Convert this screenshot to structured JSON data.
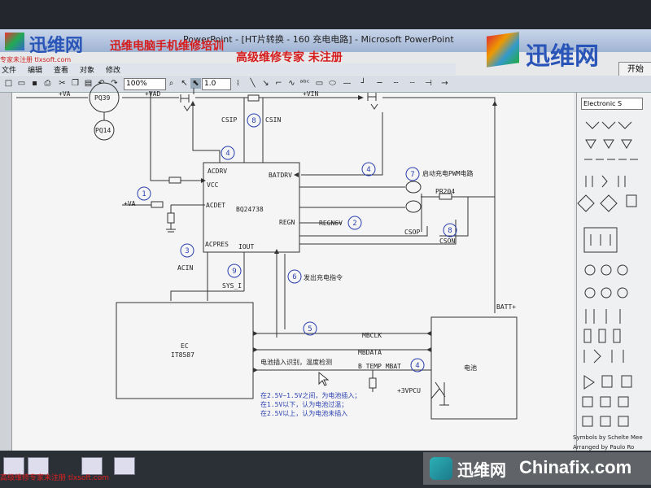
{
  "window": {
    "title": "PowerPoint - [HT片转换 - 160 充电电路] - Microsoft PowerPoint",
    "logo_left": "迅维网",
    "logo_right": "迅维网",
    "promo_line1": "迅维电脑手机维修培训",
    "promo_line2": "高级维修专家 未注册",
    "promo_sub": "专家未注册 tlxsoft.com",
    "open_button": "开始"
  },
  "menu": [
    "文件",
    "编辑",
    "查看",
    "对象",
    "修改"
  ],
  "toolbar": {
    "zoom_value": "100%",
    "line_width_value": "1.0"
  },
  "library": {
    "selected": "Electronic S",
    "caption1": "Symbols by Schelte Mee",
    "caption2": "Arranged by Paulo Ro"
  },
  "diagram": {
    "pq39": "PQ39",
    "pq14": "PQ14",
    "plus_va_top": "+VA",
    "plus_vad": "+VAD",
    "plus_vin": "+VIN",
    "plus_va": "+VA",
    "csip": "CSIP",
    "csin": "CSIN",
    "acdrv": "ACDRV",
    "vcc": "VCC",
    "acdet": "ACDET",
    "chip": "BQ24738",
    "batdrv": "BATDRV",
    "regn": "REGN",
    "regn6v": "REGN6V",
    "acpres": "ACPRES",
    "iout": "IOUT",
    "acin": "ACIN",
    "sys_i": "SYS_I",
    "pwm_note": "启动充电PWM电路",
    "pr204": "PR204",
    "csop": "CSOP",
    "cson": "CSON",
    "cmd_note": "发出充电指令",
    "batt_plus": "BATT+",
    "ec": "EC",
    "ec_chip": "IT8587",
    "mbclk": "MBCLK",
    "mbdata": "MBDATA",
    "detect_note": "电池插入识别，温度检测",
    "b_temp": "B_TEMP_MBAT",
    "vpcu": "+3VPCU",
    "battery": "电池",
    "rule1": "在2.5V~1.5V之间，为电池插入；",
    "rule2": "在1.5V以下，认为电池过温；",
    "rule3": "在2.5V以上，认为电池未插入",
    "num1": "1",
    "num2": "2",
    "num3": "3",
    "num4a": "4",
    "num4b": "4",
    "num4c": "4",
    "num5": "5",
    "num6": "6",
    "num7": "7",
    "num8a": "8",
    "num8b": "8",
    "num9": "9"
  },
  "bottom": {
    "promo": "高级维修专家未注册 tlxsoft.com",
    "watermark_cn": "迅维网",
    "watermark_en": "Chinafix.com"
  }
}
